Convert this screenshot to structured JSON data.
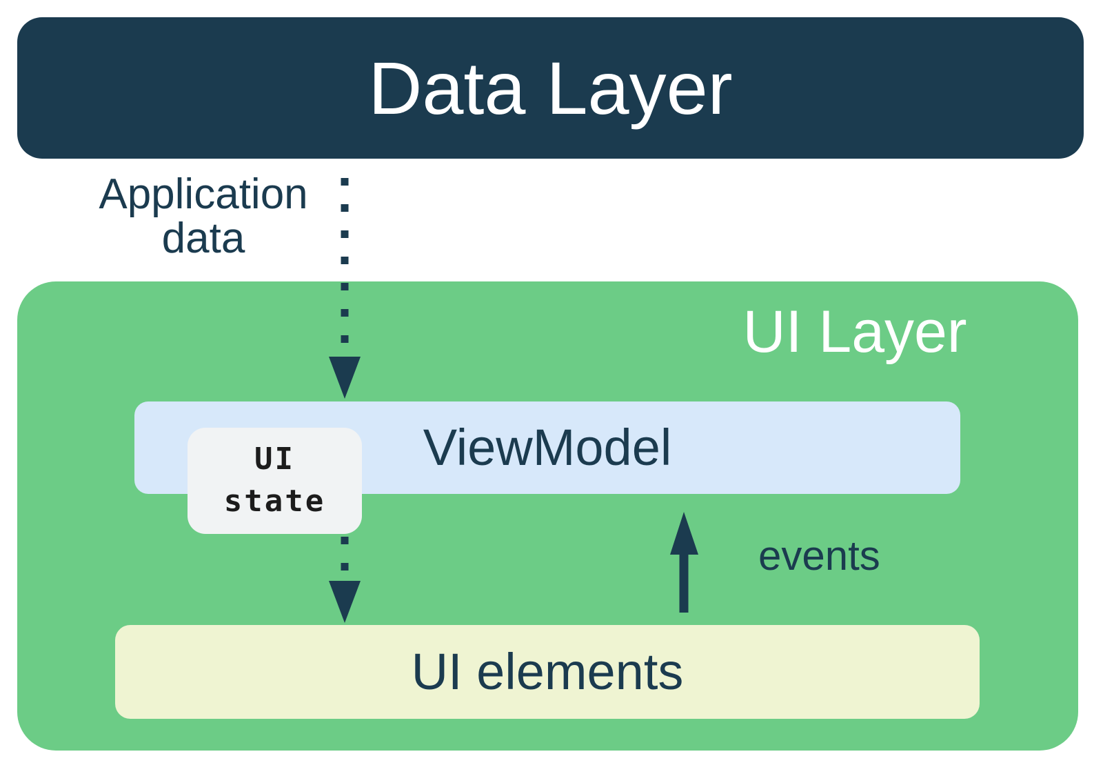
{
  "data_layer": {
    "label": "Data Layer"
  },
  "ui_layer": {
    "label": "UI Layer"
  },
  "viewmodel": {
    "label": "ViewModel"
  },
  "ui_state": {
    "line1": "UI",
    "line2": "state"
  },
  "ui_elements": {
    "label": "UI elements"
  },
  "edges": {
    "application_data": {
      "line1": "Application",
      "line2": "data",
      "style": "dotted",
      "direction": "down"
    },
    "state_to_ui_elements": {
      "style": "dotted",
      "direction": "down"
    },
    "events": {
      "label": "events",
      "style": "solid",
      "direction": "up"
    }
  },
  "colors": {
    "navy": "#1B3B4F",
    "green": "#6CCC86",
    "blue": "#D7E8FA",
    "yellow": "#EFF4D2",
    "state_bg": "#F1F3F4",
    "white": "#FFFFFF",
    "ink": "#1C1C1C"
  }
}
